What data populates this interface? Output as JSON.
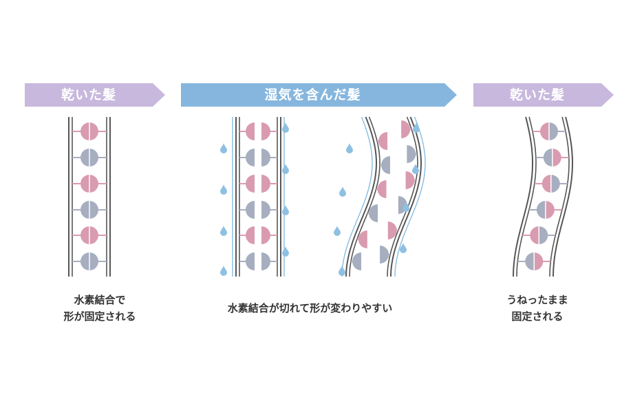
{
  "colors": {
    "dry_banner": "#c8b8dd",
    "wet_banner": "#86b6de",
    "pink": "#d99bb0",
    "gray": "#a6aec0",
    "rail": "#555555",
    "water": "#8ec0e2"
  },
  "panels": {
    "left": {
      "banner": "乾いた髪",
      "caption_lines": [
        "水素結合で",
        "形が固定される"
      ]
    },
    "middle": {
      "banner": "湿気を含んだ髪",
      "caption_lines": [
        "水素結合が切れて形が変わりやすい"
      ]
    },
    "right": {
      "banner": "乾いた髪",
      "caption_lines": [
        "うねったまま",
        "固定される"
      ]
    }
  },
  "icons": [
    "water-droplet-icon",
    "hydrogen-bond-icon"
  ]
}
